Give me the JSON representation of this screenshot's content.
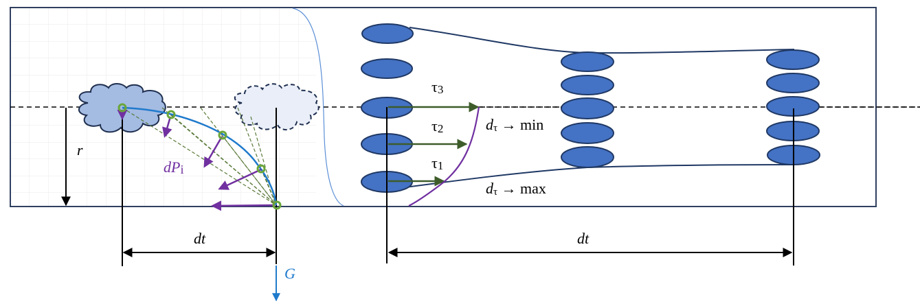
{
  "diagram": {
    "colors": {
      "frame": "#2f3f5f",
      "grid": "#e8e8e8",
      "cloud_fill": "#a4bbe2",
      "cloud_ghost_fill": "#e9eef8",
      "cloud_stroke": "#1f2f4f",
      "arc": "#1f7acc",
      "dP_arrow": "#7030a0",
      "tau_arrow": "#3d5c2a",
      "dashed_green": "#5a7a3a",
      "node_ring": "#6aa63a",
      "ellipse_fill": "#4472c4",
      "ellipse_stroke": "#1f3864",
      "boundary_curve": "#5b8fd6",
      "G_color": "#1f7acc",
      "velocity_profile": "#7030a0"
    },
    "left_panel": {
      "r_label": "r",
      "dP_label": "dP",
      "dP_sub": "i",
      "dt_label": "dt",
      "G_label": "G"
    },
    "right_panel": {
      "tau3": {
        "sym": "τ",
        "sub": "3"
      },
      "tau2": {
        "sym": "τ",
        "sub": "2"
      },
      "tau1": {
        "sym": "τ",
        "sub": "1"
      },
      "d_min": {
        "d": "d",
        "sub": "τ",
        "text": " → min"
      },
      "d_max": {
        "d": "d",
        "sub": "τ",
        "text": " → max"
      },
      "dt_label": "dt"
    }
  }
}
